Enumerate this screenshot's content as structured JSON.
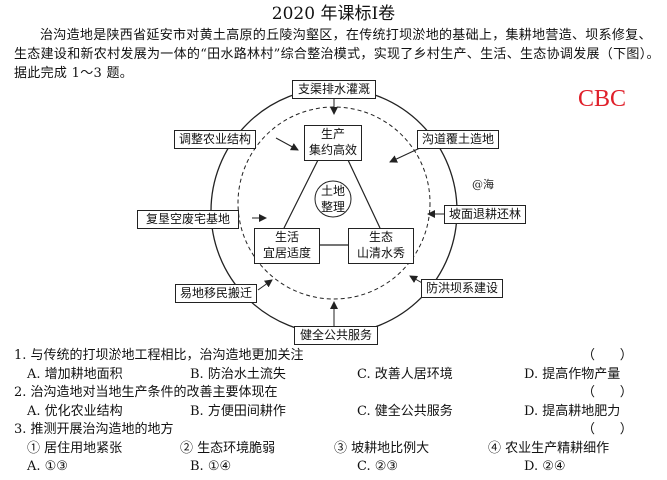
{
  "header": {
    "title": "2020 年课标Ⅰ卷"
  },
  "intro": "治沟造地是陕西省延安市对黄土高原的丘陵沟壑区，在传统打坝淤地的基础上，集耕地营造、坝系修复、生态建设和新农村发展为一体的“田水路林村”综合整治模式，实现了乡村生产、生活、生态协调发展（下图）。据此完成 1～3 题。",
  "stamp": "CBC",
  "watermark": "@海",
  "diagram": {
    "outer_boxes": [
      "支渠排水灌溉",
      "调整农业结构",
      "沟道覆土造地",
      "复垦空废宅基地",
      "坡面退耕还林",
      "易地移民搬迁",
      "防洪坝系建设",
      "健全公共服务"
    ],
    "center": "土地\n整理",
    "top_box": "生产\n集约高效",
    "left_box": "生活\n宜居适度",
    "right_box": "生态\n山清水秀"
  },
  "questions": [
    {
      "stem": "1. 与传统的打坝淤地工程相比，治沟造地更加关注",
      "paren": "（      ）",
      "options": [
        "A. 增加耕地面积",
        "B. 防治水土流失",
        "C. 改善人居环境",
        "D. 提高作物产量"
      ]
    },
    {
      "stem": "2. 治沟造地对当地生产条件的改善主要体现在",
      "paren": "（      ）",
      "options": [
        "A. 优化农业结构",
        "B. 方便田间耕作",
        "C. 健全公共服务",
        "D. 提高耕地肥力"
      ]
    },
    {
      "stem": "3. 推测开展治沟造地的地方",
      "paren": "（      ）",
      "items": [
        "① 居住用地紧张",
        "② 生态环境脆弱",
        "③ 坡耕地比例大",
        "④ 农业生产精耕细作"
      ],
      "options": [
        "A. ①③",
        "B. ①④",
        "C. ②③",
        "D. ②④"
      ]
    }
  ]
}
